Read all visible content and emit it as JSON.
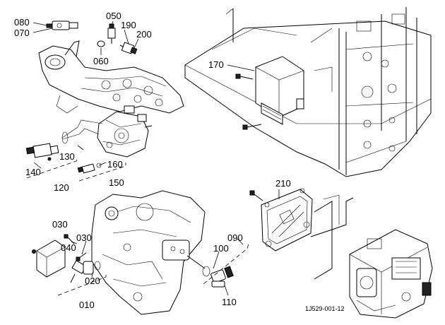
{
  "labels": {
    "p080": "080",
    "p070": "070",
    "p050": "050",
    "p190": "190",
    "p200": "200",
    "p060": "060",
    "p170": "170",
    "p130": "130",
    "p140": "140",
    "p120": "120",
    "p160": "160",
    "p150": "150",
    "p210": "210",
    "p030a": "030",
    "p030b": "030",
    "p040": "040",
    "p020": "020",
    "p010": "010",
    "p090": "090",
    "p100": "100",
    "p110": "110"
  },
  "drawing_code": "1J529-001-12"
}
